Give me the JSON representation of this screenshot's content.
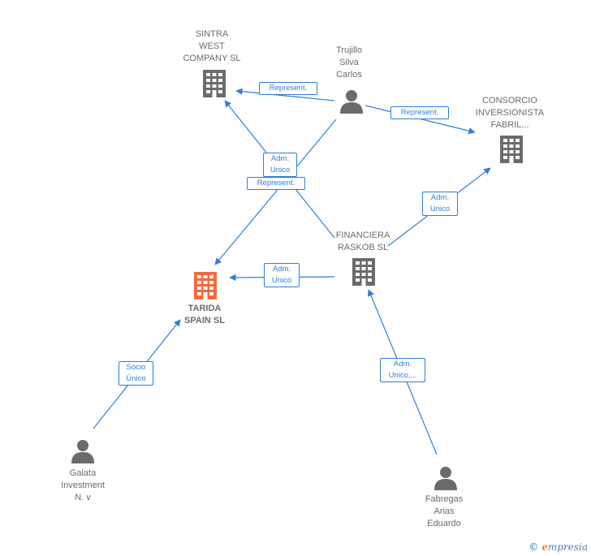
{
  "colors": {
    "edge": "#2f7ed8",
    "node_gray": "#6b6b6b",
    "focus": "#f26a3d"
  },
  "nodes": {
    "sintra": {
      "label": "SINTRA\n WEST\nCOMPANY  SL",
      "kind": "company",
      "icon": "building-icon"
    },
    "trujillo": {
      "label": "Trujillo\nSilva\nCarlos",
      "kind": "person",
      "icon": "person-icon"
    },
    "consorcio": {
      "label": "CONSORCIO\nINVERSIONISTA\nFABRIL...",
      "kind": "company",
      "icon": "building-icon"
    },
    "financiera": {
      "label": "FINANCIERA\nRASKOB SL",
      "kind": "company",
      "icon": "building-icon"
    },
    "tarida": {
      "label": "TARIDA\nSPAIN  SL",
      "kind": "company-focus",
      "icon": "building-icon"
    },
    "galata": {
      "label": "Galata\nInvestment\nN. v",
      "kind": "person",
      "icon": "person-icon"
    },
    "fabregas": {
      "label": "Fabregas\nArias\nEduardo",
      "kind": "person",
      "icon": "person-icon"
    }
  },
  "edges": {
    "trujillo_sintra": "Represent.",
    "trujillo_consorcio": "Represent.",
    "financiera_sintra": "Adm.\nUnico",
    "trujillo_tarida": "Represent.",
    "financiera_consorcio": "Adm.\nUnico",
    "financiera_tarida": "Adm.\nUnico",
    "galata_tarida": "Socio\nÚnico",
    "fabregas_financiera": "Adm.\nUnico,..."
  },
  "watermark": {
    "symbol": "©",
    "brand_initial": "e",
    "brand_rest": "mpresia"
  }
}
